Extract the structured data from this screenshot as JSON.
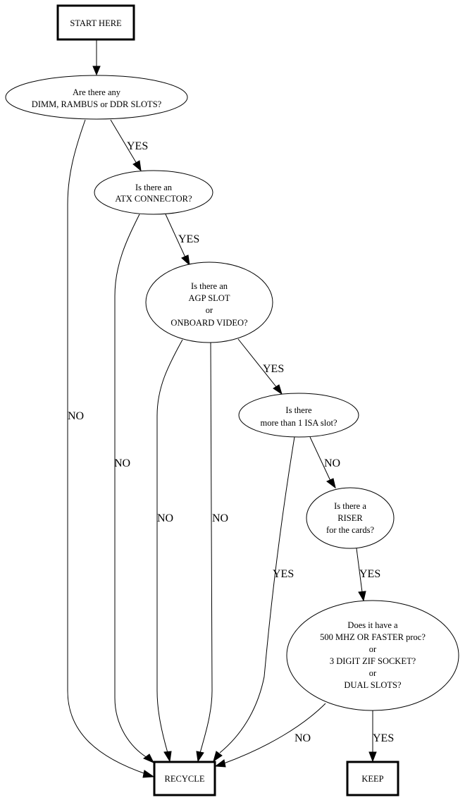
{
  "diagram": {
    "type": "flowchart",
    "nodes": {
      "start": {
        "shape": "box",
        "lines": [
          "START HERE"
        ]
      },
      "q_memory": {
        "shape": "ellipse",
        "lines": [
          "Are there any",
          "DIMM, RAMBUS or DDR SLOTS?"
        ]
      },
      "q_atx": {
        "shape": "ellipse",
        "lines": [
          "Is there an",
          "ATX CONNECTOR?"
        ]
      },
      "q_agp": {
        "shape": "ellipse",
        "lines": [
          "Is there an",
          "AGP SLOT",
          "or",
          "ONBOARD VIDEO?"
        ]
      },
      "q_isa": {
        "shape": "ellipse",
        "lines": [
          "Is there",
          "more than 1 ISA slot?"
        ]
      },
      "q_riser": {
        "shape": "ellipse",
        "lines": [
          "Is there a",
          "RISER",
          "for the cards?"
        ]
      },
      "q_cpu": {
        "shape": "ellipse",
        "lines": [
          "Does it have a",
          "500 MHZ OR FASTER proc?",
          "or",
          "3 DIGIT ZIF SOCKET?",
          "or",
          "DUAL SLOTS?"
        ]
      },
      "recycle": {
        "shape": "box",
        "lines": [
          "RECYCLE"
        ]
      },
      "keep": {
        "shape": "box",
        "lines": [
          "KEEP"
        ]
      }
    },
    "edges": [
      {
        "id": "start-to-memory",
        "from": "start",
        "to": "q_memory",
        "label": ""
      },
      {
        "id": "memory-yes",
        "from": "q_memory",
        "to": "q_atx",
        "label": "YES"
      },
      {
        "id": "memory-no",
        "from": "q_memory",
        "to": "recycle",
        "label": "NO"
      },
      {
        "id": "atx-yes",
        "from": "q_atx",
        "to": "q_agp",
        "label": "YES"
      },
      {
        "id": "atx-no",
        "from": "q_atx",
        "to": "recycle",
        "label": "NO"
      },
      {
        "id": "agp-yes",
        "from": "q_agp",
        "to": "q_isa",
        "label": "YES"
      },
      {
        "id": "agp-no-1",
        "from": "q_agp",
        "to": "recycle",
        "label": "NO"
      },
      {
        "id": "agp-no-2",
        "from": "q_agp",
        "to": "recycle",
        "label": "NO"
      },
      {
        "id": "isa-no",
        "from": "q_isa",
        "to": "q_riser",
        "label": "NO"
      },
      {
        "id": "isa-yes",
        "from": "q_isa",
        "to": "recycle",
        "label": "YES"
      },
      {
        "id": "riser-yes",
        "from": "q_riser",
        "to": "q_cpu",
        "label": "YES"
      },
      {
        "id": "cpu-no",
        "from": "q_cpu",
        "to": "recycle",
        "label": "NO"
      },
      {
        "id": "cpu-yes",
        "from": "q_cpu",
        "to": "keep",
        "label": "YES"
      }
    ]
  }
}
